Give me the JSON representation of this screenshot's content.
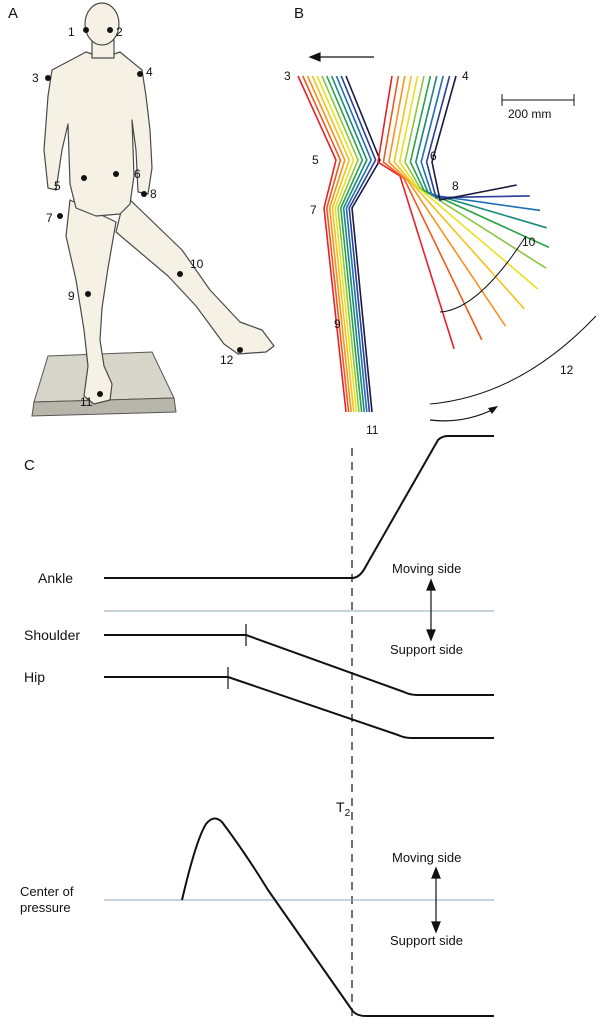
{
  "panels": {
    "a": {
      "label": "A",
      "markers": [
        "1",
        "2",
        "3",
        "4",
        "5",
        "6",
        "7",
        "8",
        "9",
        "10",
        "11",
        "12"
      ]
    },
    "b": {
      "label": "B",
      "scale_bar": "200 mm",
      "markers": [
        "3",
        "4",
        "5",
        "6",
        "7",
        "8",
        "9",
        "10",
        "11",
        "12"
      ]
    },
    "c": {
      "label": "C",
      "traces": {
        "ankle": "Ankle",
        "shoulder": "Shoulder",
        "hip": "Hip",
        "center_line1": "Center of",
        "center_line2": "pressure"
      },
      "directions": {
        "upper_moving": "Moving side",
        "upper_support": "Support side",
        "lower_moving": "Moving side",
        "lower_support": "Support side"
      },
      "time_marker": "T",
      "time_marker_sub": "2"
    }
  },
  "colors": {
    "figure_fill": "#f5f1e4",
    "figure_outline": "#4a4a4a",
    "platform_fill": "#d8d6ca",
    "baseline": "#8faab7",
    "trace": "#111111",
    "spectrum": [
      "#e8202a",
      "#f05a1e",
      "#f7931e",
      "#f4c21a",
      "#e8e21c",
      "#8cc63f",
      "#2aa14a",
      "#1a8a7a",
      "#1e6fb8",
      "#2a3f95",
      "#1a1a40"
    ]
  }
}
